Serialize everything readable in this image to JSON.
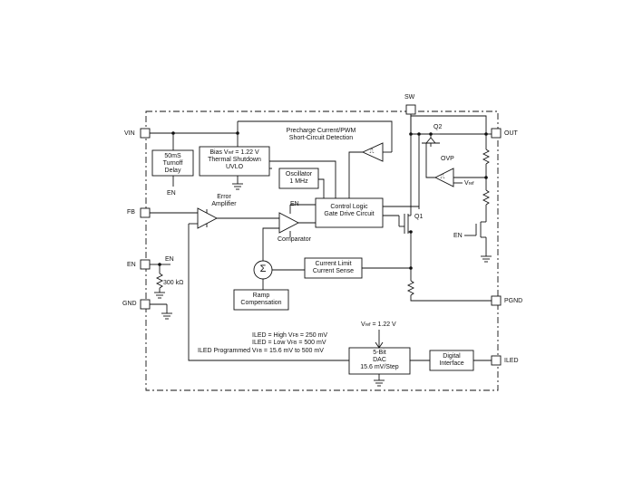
{
  "pins": {
    "sw": "SW",
    "vin": "VIN",
    "out": "OUT",
    "fb": "FB",
    "en": "EN",
    "gnd": "GND",
    "pgnd": "PGND",
    "iled": "ILED"
  },
  "blocks": {
    "turnoff_line1": "50mS",
    "turnoff_line2": "Turnoff",
    "turnoff_line3": "Delay",
    "bias_line1_pre": "Bias V",
    "bias_line1_sub": "ref",
    "bias_line1_post": " = 1.22 V",
    "bias_line2": "Thermal Shutdown",
    "bias_line3": "UVLO",
    "osc_line1": "Oscillator",
    "osc_line2": "1 MHz",
    "ctrl_line1": "Control Logic",
    "ctrl_line2": "Gate Drive Circuit",
    "current_line1": "Current Limit",
    "current_line2": "Current Sense",
    "ramp_line1": "Ramp",
    "ramp_line2": "Compensation",
    "dac_line1": "5-Bit",
    "dac_line2": "DAC",
    "dac_line3": "15.6 mV/Step",
    "digital_line1": "Digital",
    "digital_line2": "Interface"
  },
  "labels": {
    "precharge_line1": "Precharge Current/PWM",
    "precharge_line2": "Short-Circuit Detection",
    "q2": "Q2",
    "ovp": "OVP",
    "vref_pre": "V",
    "vref_sub": "ref",
    "en_under_delay": "EN",
    "error_amp_line1": "Error",
    "error_amp_line2": "Amplifier",
    "en_ctrl": "EN",
    "q1": "Q1",
    "en_right": "EN",
    "comparator": "Comparator",
    "en_pin_node": "EN",
    "resistor_300k": "300 kΩ",
    "sigma": "Σ",
    "schmitt": "⎍",
    "vref_dac_pre": "V",
    "vref_dac_sub": "ref",
    "vref_dac_post": " = 1.22 V",
    "iled_high_pre": "ILED = High V",
    "iled_high_sub": "FB",
    "iled_high_post": " = 250 mV",
    "iled_low_pre": "ILED = Low V",
    "iled_low_sub": "FB",
    "iled_low_post": " = 500 mV",
    "iled_prog_pre": "ILED Programmed V",
    "iled_prog_sub": "FB",
    "iled_prog_post": " = 15.6 mV to 500 mV"
  }
}
